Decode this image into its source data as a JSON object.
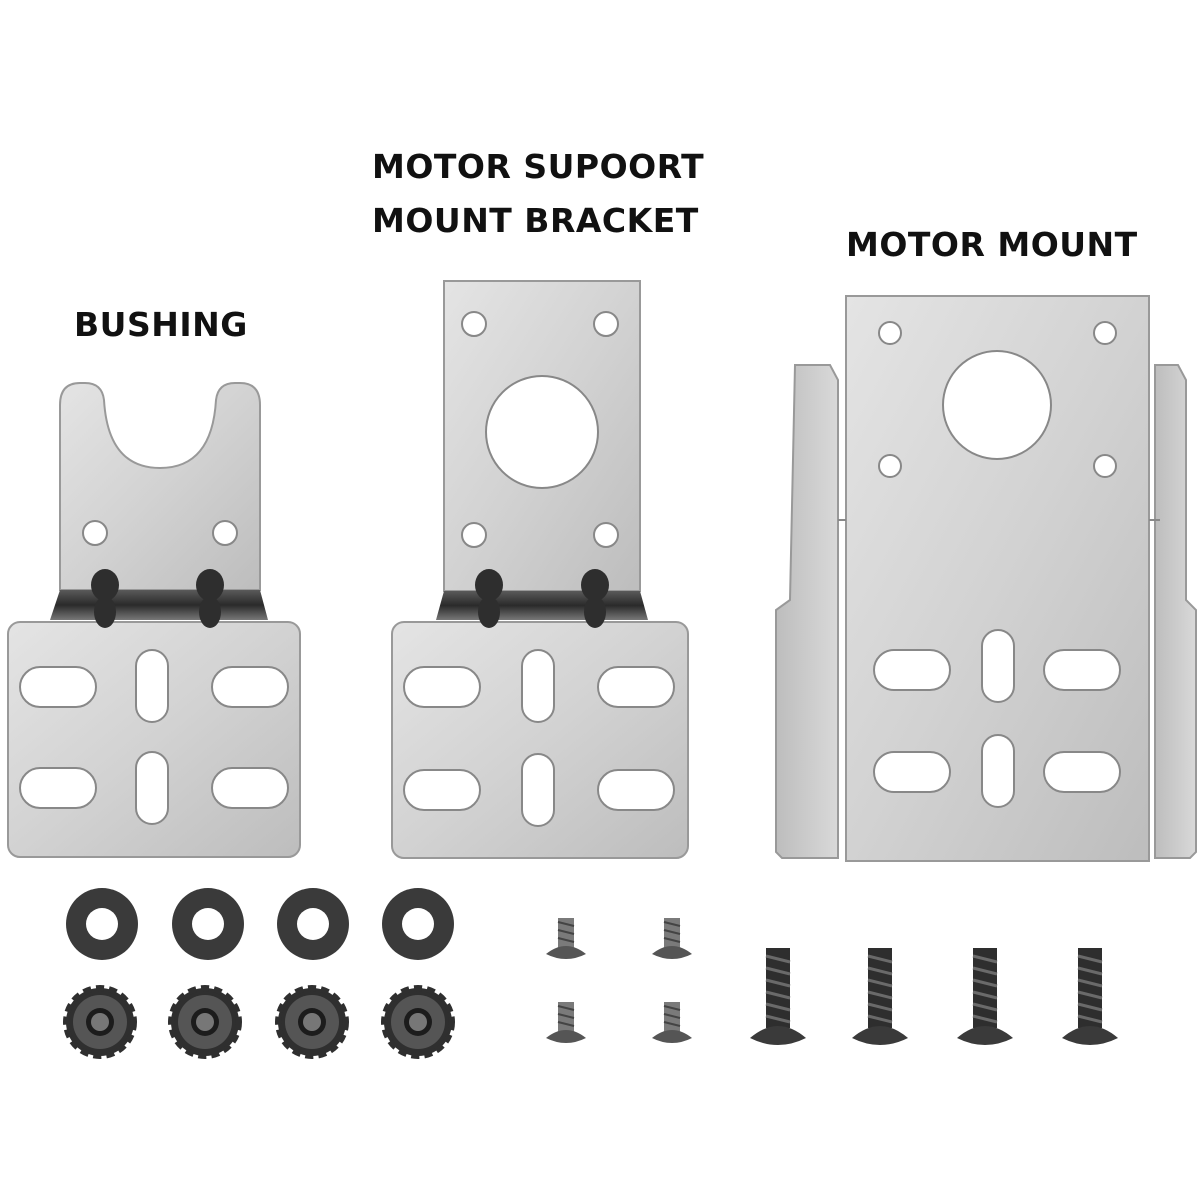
{
  "labels": {
    "bushing": "BUSHING",
    "motor_support_line1": "MOTOR SUPOORT",
    "motor_support_line2": "MOUNT BRACKET",
    "motor_mount": "MOTOR MOUNT"
  },
  "colors": {
    "background": "#ffffff",
    "metal": "#d6d6d6",
    "metal_edge": "#9a9a9a",
    "metal_shadow": "#555555",
    "hardware": "#3a3a3a",
    "label_text": "#111111"
  },
  "hardware": {
    "washer_count": 4,
    "nut_count": 4,
    "small_screw_count": 4,
    "long_bolt_count": 4
  }
}
